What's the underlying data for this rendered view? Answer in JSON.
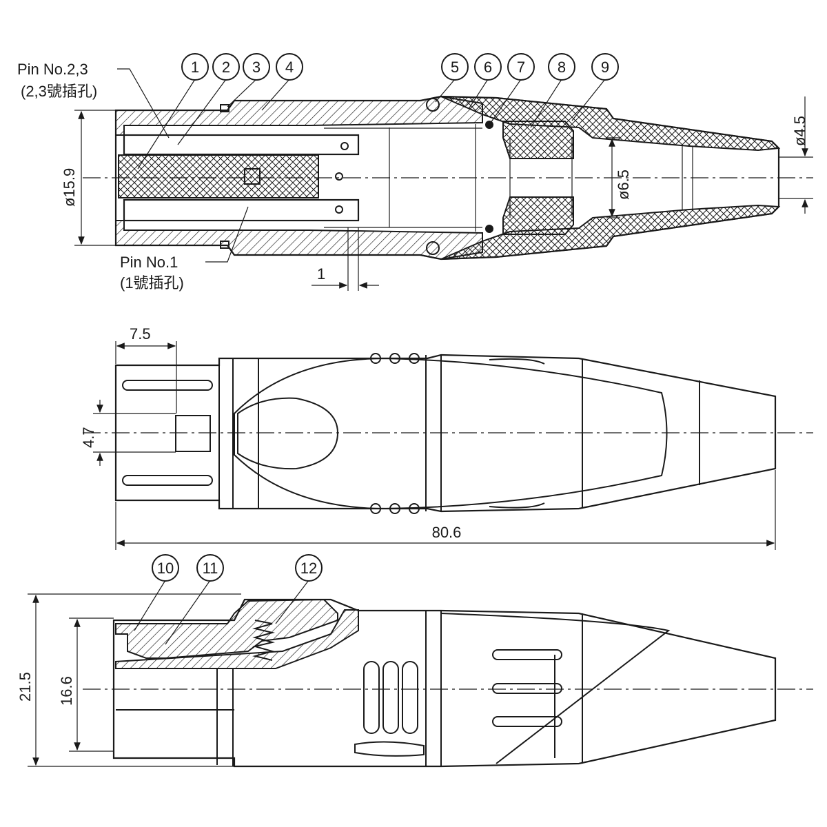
{
  "callouts": {
    "pin23_en": "Pin No.2,3",
    "pin23_cn": "(2,3號插孔)",
    "pin1_en": "Pin No.1",
    "pin1_cn": "(1號插孔)"
  },
  "balloons": [
    "1",
    "2",
    "3",
    "4",
    "5",
    "6",
    "7",
    "8",
    "9",
    "10",
    "11",
    "12"
  ],
  "dimensions": {
    "d15_9": "ø15.9",
    "d6_5": "ø6.5",
    "d4_5": "ø4.5",
    "gap1": "1",
    "len7_5": "7.5",
    "h4_7": "4.7",
    "total80_6": "80.6",
    "h21_5": "21.5",
    "h16_6": "16.6"
  }
}
